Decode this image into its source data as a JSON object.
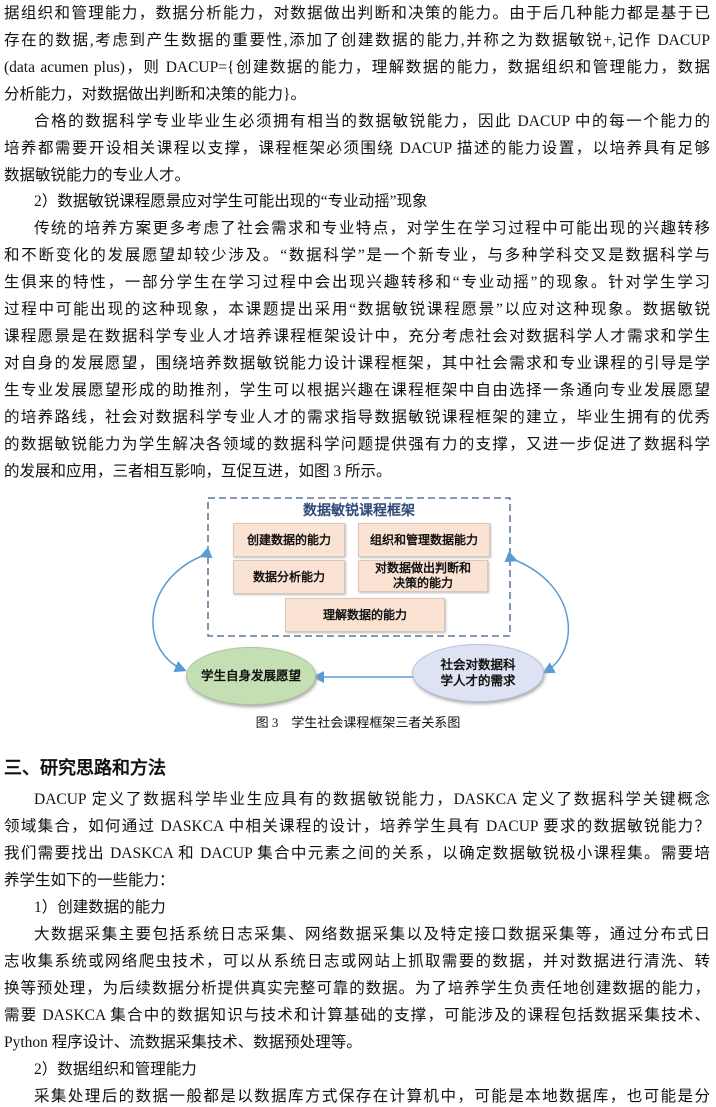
{
  "para1": [
    "据组织和管理能力，数据分析能力，对数据做出判断和决策的能力。由于后几种能力都是基于已",
    "存在的数据,考虑到产生数据的重要性,添加了创建数据的能力,并称之为数据敏锐+,记作 DACUP",
    "(data acumen plus)，则 DACUP={创建数据的能力，理解数据的能力，数据组织和管理能力，数据",
    "分析能力，对数据做出判断和决策的能力}。"
  ],
  "para2": [
    "合格的数据科学专业毕业生必须拥有相当的数据敏锐能力，因此 DACUP 中的每一个能力的",
    "培养都需要开设相关课程以支撑，课程框架必须围绕 DACUP 描述的能力设置，以培养具有足够",
    "数据敏锐能力的专业人才。"
  ],
  "sub2": "2）数据敏锐课程愿景应对学生可能出现的“专业动摇”现象",
  "para3": [
    "传统的培养方案更多考虑了社会需求和专业特点，对学生在学习过程中可能出现的兴趣转移",
    "和不断变化的发展愿望却较少涉及。“数据科学”是一个新专业，与多种学科交叉是数据科学与",
    "生俱来的特性，一部分学生在学习过程中会出现兴趣转移和“专业动摇”的现象。针对学生学习",
    "过程中可能出现的这种现象，本课题提出采用“数据敏锐课程愿景”以应对这种现象。数据敏锐",
    "课程愿景是在数据科学专业人才培养课程框架设计中，充分考虑社会对数据科学人才需求和学生",
    "对自身的发展愿望，围绕培养数据敏锐能力设计课程框架，其中社会需求和专业课程的引导是学",
    "生专业发展愿望形成的助推剂，学生可以根据兴趣在课程框架中自由选择一条通向专业发展愿望",
    "的培养路线，社会对数据科学专业人才的需求指导数据敏锐课程框架的建立，毕业生拥有的优秀",
    "的数据敏锐能力为学生解决各领域的数据科学问题提供强有力的支撑，又进一步促进了数据科学",
    "的发展和应用，三者相互影响，互促互进，如图 3 所示。"
  ],
  "figure": {
    "frame_title": "数据敏锐课程框架",
    "boxes": [
      "创建数据的能力",
      "组织和管理数据能力",
      "数据分析能力",
      "对数据做出判断和决策的能力",
      "理解数据的能力"
    ],
    "student": "学生自身发展愿望",
    "society": "社会对数据科学人才的需求",
    "caption": "图 3　学生社会课程框架三者关系图"
  },
  "heading": "三、研究思路和方法",
  "para4": [
    "DACUP 定义了数据科学毕业生应具有的数据敏锐能力，DASKCA 定义了数据科学关键概念",
    "领域集合，如何通过 DASKCA 中相关课程的设计，培养学生具有 DACUP 要求的数据敏锐能力？",
    "我们需要找出 DASKCA 和 DACUP 集合中元素之间的关系，以确定数据敏锐极小课程集。需要培",
    "养学生如下的一些能力："
  ],
  "sub_a": "1）创建数据的能力",
  "para5": [
    "大数据采集主要包括系统日志采集、网络数据采集以及特定接口数据采集等，通过分布式日",
    "志收集系统或网络爬虫技术，可以从系统日志或网站上抓取需要的数据，并对数据进行清洗、转",
    "换等预处理，为后续数据分析提供真实完整可靠的数据。为了培养学生负责任地创建数据的能力，",
    "需要 DASKCA 集合中的数据知识与技术和计算基础的支撑，可能涉及的课程包括数据采集技术、",
    "Python 程序设计、流数据采集技术、数据预处理等。"
  ],
  "sub_b": "2）数据组织和管理能力",
  "para6": [
    "采集处理后的数据一般都是以数据库方式保存在计算机中，可能是本地数据库，也可能是分"
  ]
}
